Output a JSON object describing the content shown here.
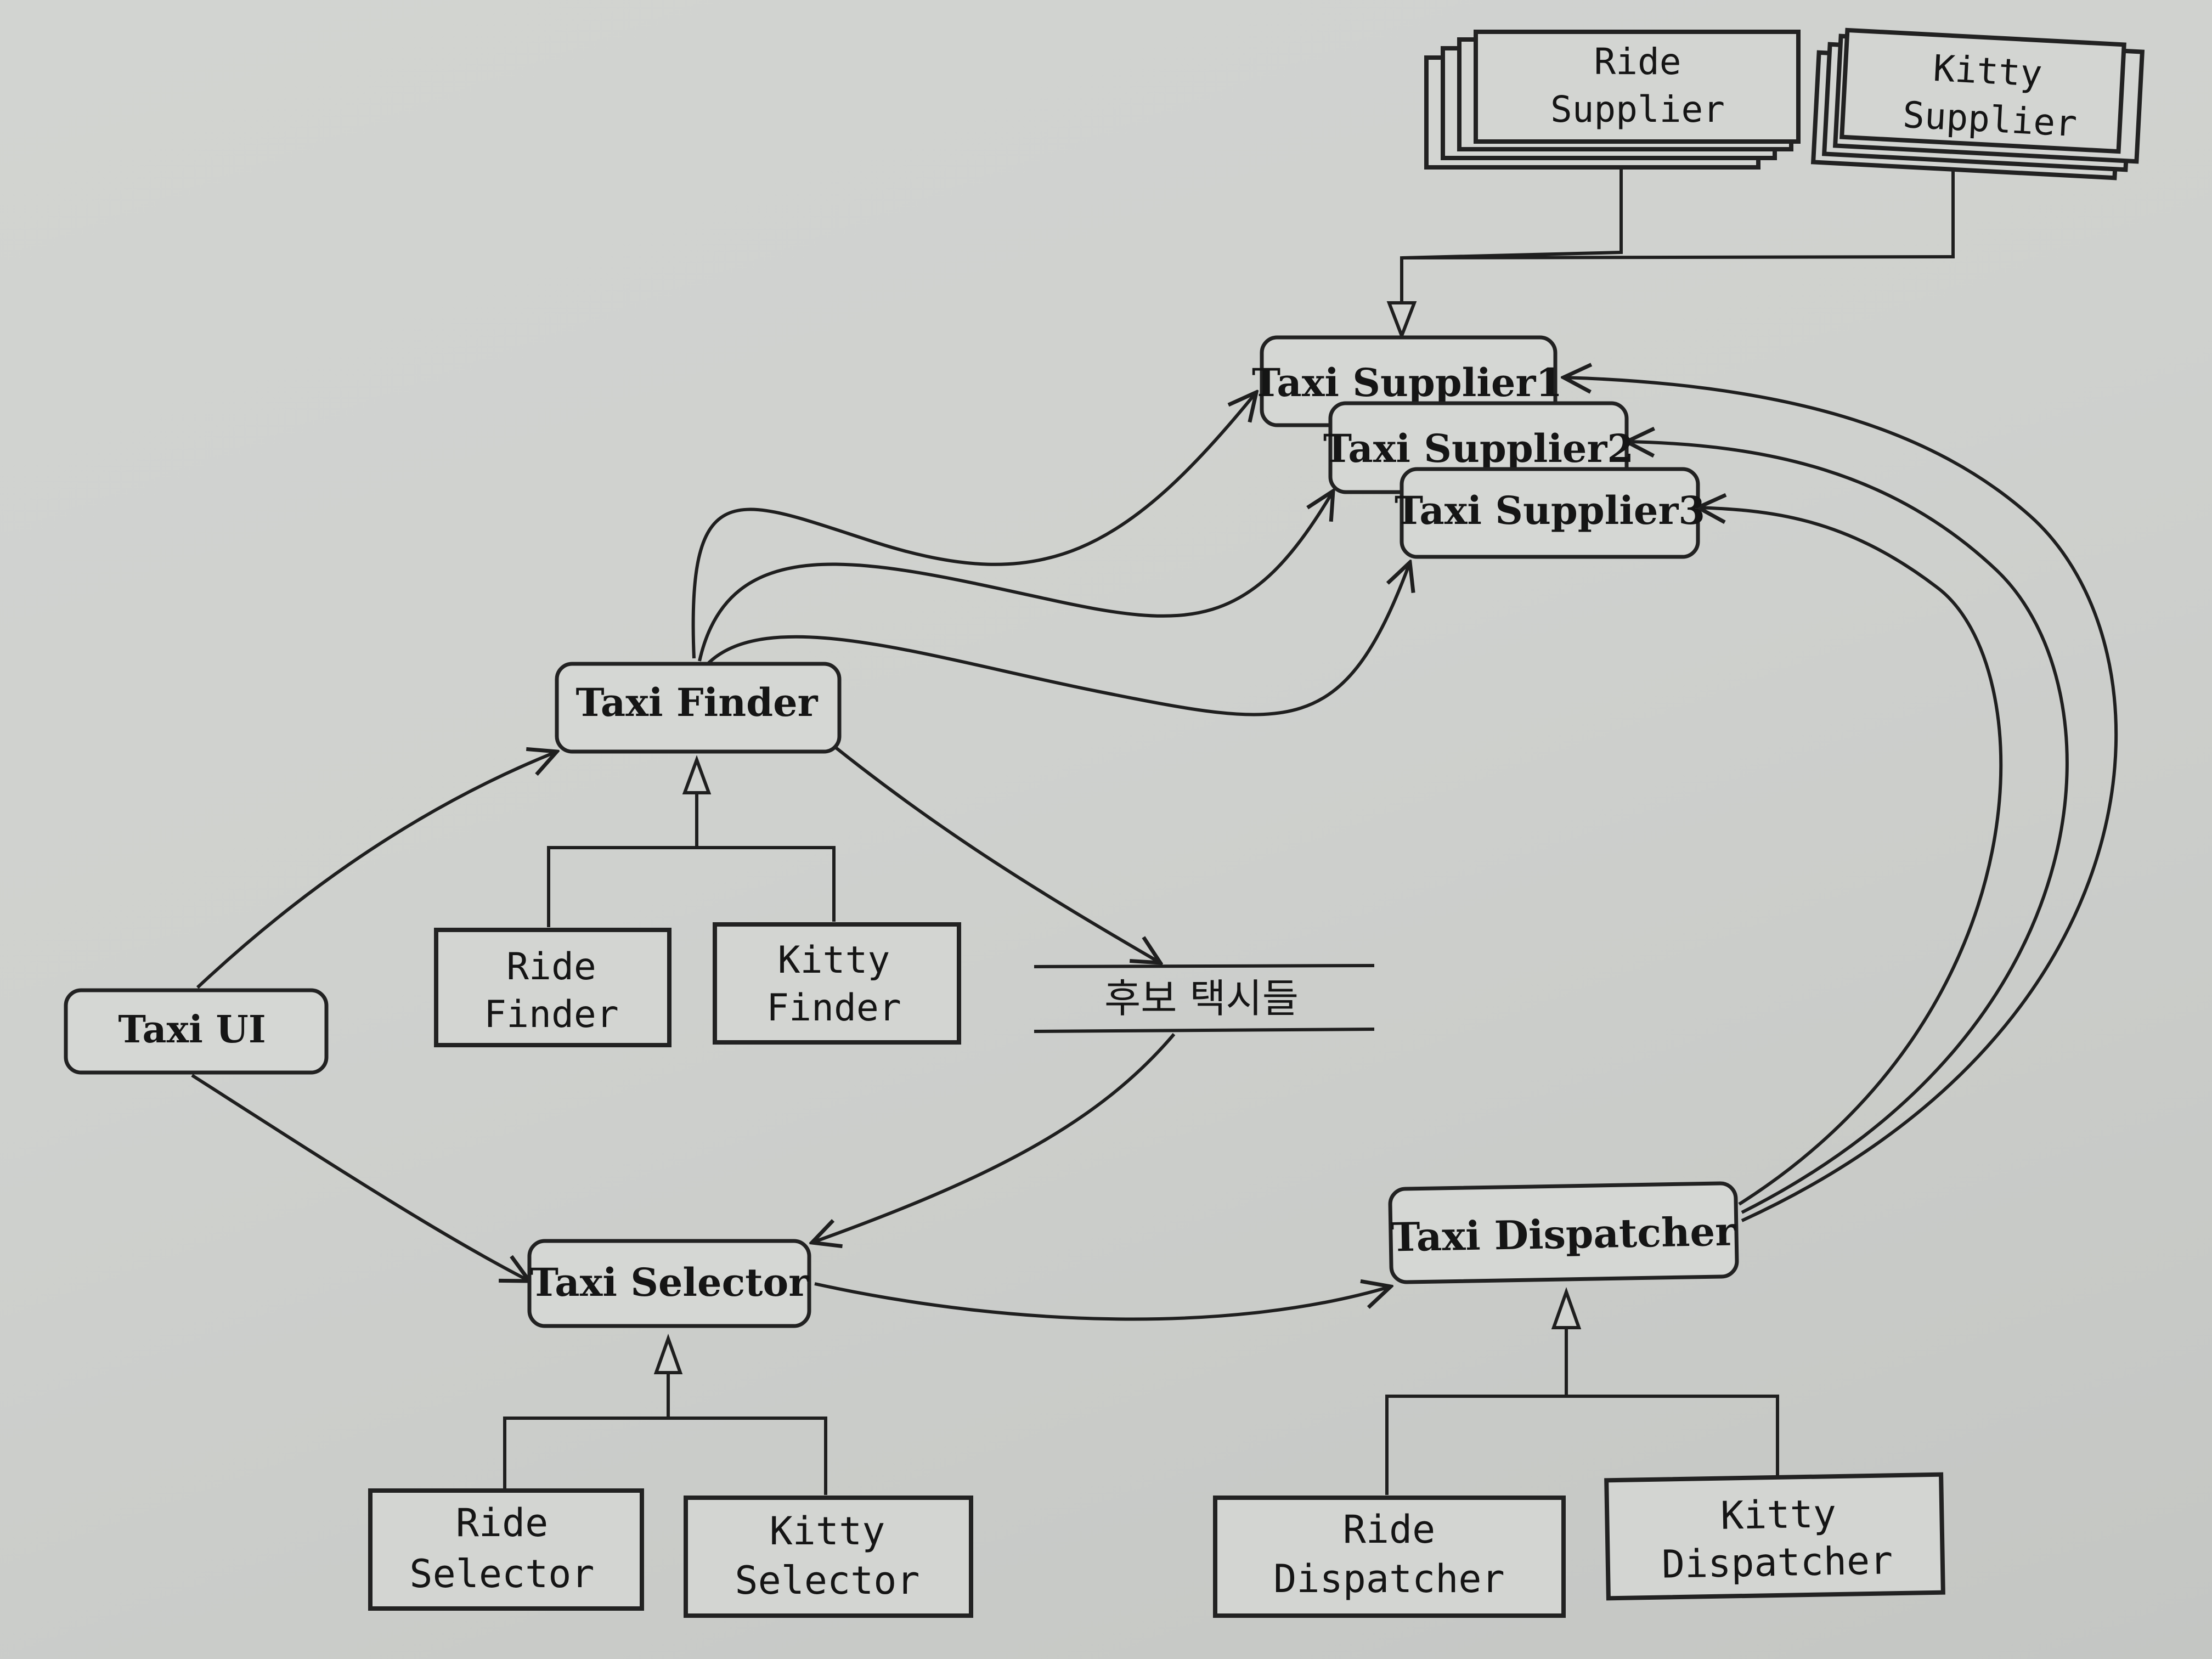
{
  "nodes": {
    "taxi_supplier_1": "Taxi Supplier1",
    "taxi_supplier_2": "Taxi Supplier2",
    "taxi_supplier_3": "Taxi Supplier3",
    "taxi_finder": "Taxi Finder",
    "taxi_ui": "Taxi UI",
    "taxi_selector": "Taxi Selector",
    "taxi_dispatcher": "Taxi Dispatcher",
    "candidate_taxis": "후보 택시들"
  },
  "implementations": {
    "ride_supplier": [
      "Ride",
      "Supplier"
    ],
    "kitty_supplier": [
      "Kitty",
      "Supplier"
    ],
    "ride_finder": [
      "Ride",
      "Finder"
    ],
    "kitty_finder": [
      "Kitty",
      "Finder"
    ],
    "ride_selector": [
      "Ride",
      "Selector"
    ],
    "kitty_selector": [
      "Kitty",
      "Selector"
    ],
    "ride_dispatcher": [
      "Ride",
      "Dispatcher"
    ],
    "kitty_dispatcher": [
      "Kitty",
      "Dispatcher"
    ]
  }
}
